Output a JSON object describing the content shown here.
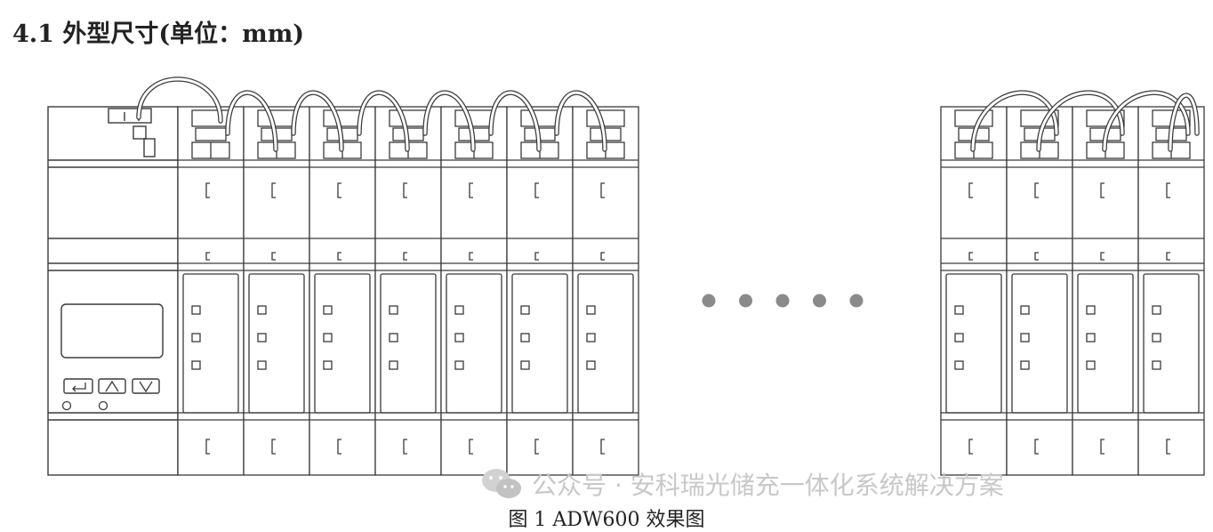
{
  "heading": "4.1 外型尺寸(单位：mm)",
  "caption": "图 1 ADW600 效果图",
  "watermark": {
    "text": "公众号 · 安科瑞光储充一体化系统解决方案",
    "icon": "wechat-logo-icon"
  },
  "diagram": {
    "main_unit": {
      "display_icon": "lcd-screen-icon",
      "buttons": [
        {
          "name": "enter-button",
          "icon": "enter-return-icon"
        },
        {
          "name": "up-button",
          "icon": "up-arrow-icon"
        },
        {
          "name": "down-button",
          "icon": "down-arrow-icon"
        }
      ],
      "indicator_count": 2
    },
    "left_module_count": 7,
    "right_module_count": 4,
    "module_led_count": 3,
    "ellipsis_dot_count": 5,
    "colors": {
      "line": "#3a3a3a",
      "dots": "#8a8a8a",
      "text": "#222222",
      "watermark": "#c8c8c8"
    }
  }
}
